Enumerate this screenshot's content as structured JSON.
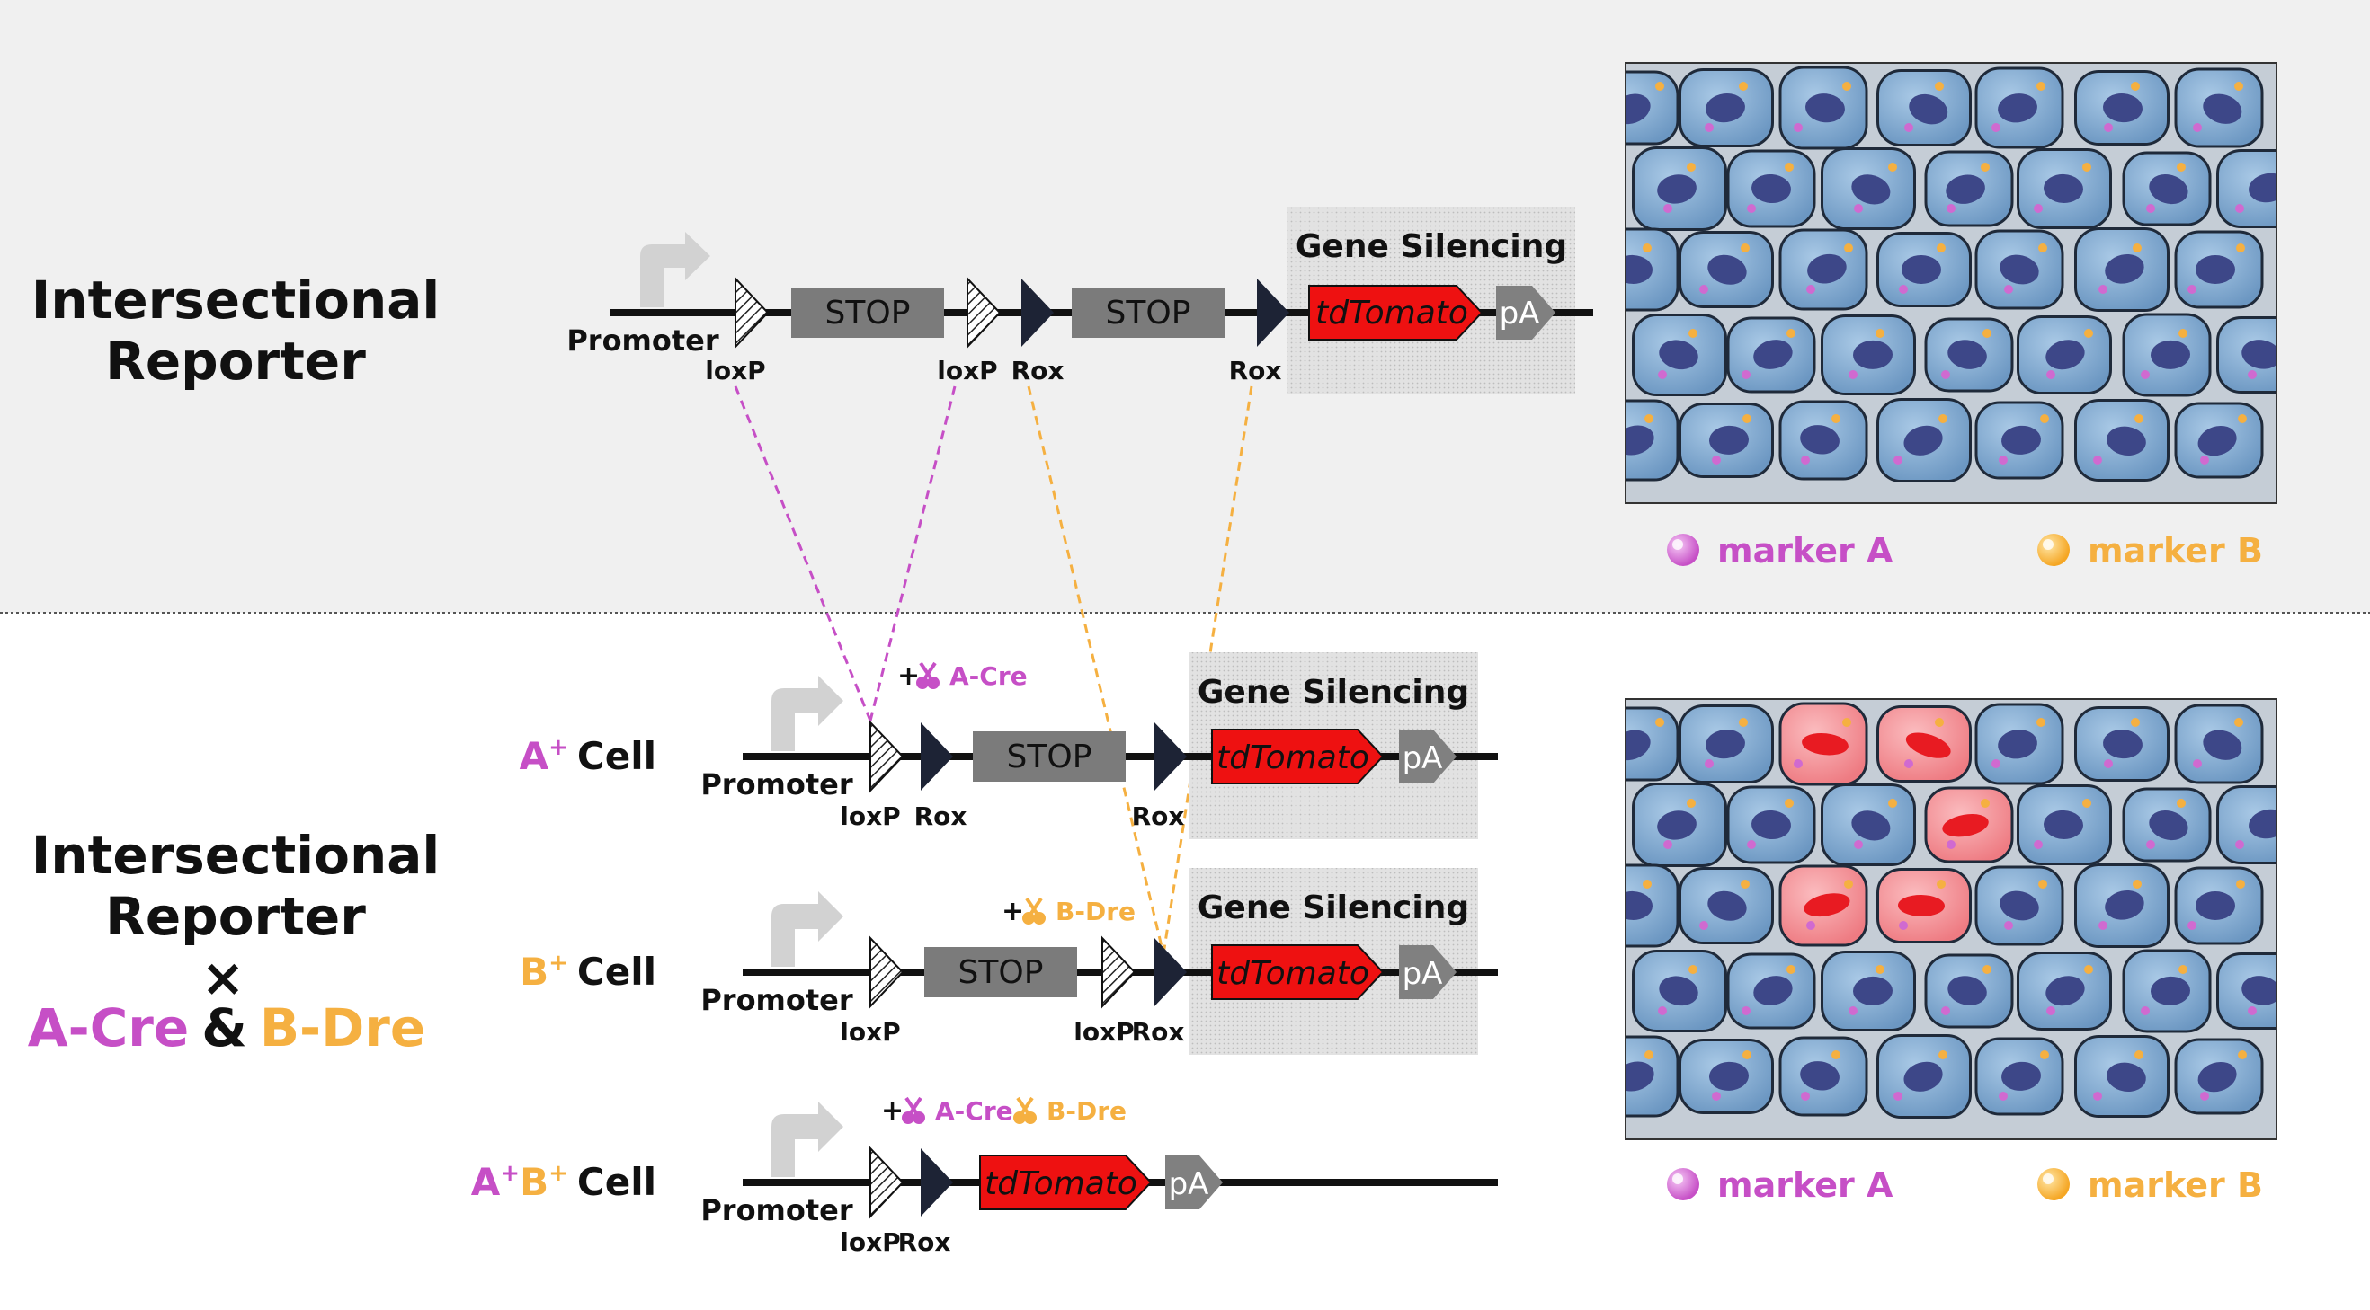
{
  "top_panel": {
    "title_line1": "Intersectional",
    "title_line2": "Reporter",
    "construct": {
      "promoter": "Promoter",
      "stop1": "STOP",
      "stop2": "STOP",
      "loxp1": "loxP",
      "loxp2": "loxP",
      "rox1": "Rox",
      "rox2": "Rox",
      "gene_silencing": "Gene Silencing",
      "reporter": "tdTomato",
      "pa": "pA"
    }
  },
  "bottom_panel": {
    "title_line1": "Intersectional",
    "title_line2": "Reporter",
    "times": "×",
    "cre": "A-Cre",
    "amp": "&",
    "dre": "B-Dre",
    "rows": [
      {
        "cell_prefix": "A",
        "cell_sup": "+",
        "cell_word": "Cell",
        "enzyme_plus": "+",
        "enzyme_label": "A-Cre",
        "promoter": "Promoter",
        "stop": "STOP",
        "loxp": "loxP",
        "rox1": "Rox",
        "rox2": "Rox",
        "gene_silencing": "Gene Silencing",
        "reporter": "tdTomato",
        "pa": "pA"
      },
      {
        "cell_prefix": "B",
        "cell_sup": "+",
        "cell_word": "Cell",
        "enzyme_plus": "+",
        "enzyme_label": "B-Dre",
        "promoter": "Promoter",
        "stop": "STOP",
        "loxp1": "loxP",
        "loxp2": "loxP",
        "rox": "Rox",
        "gene_silencing": "Gene Silencing",
        "reporter": "tdTomato",
        "pa": "pA"
      },
      {
        "cell_prefix_a": "A",
        "cell_sup_a": "+",
        "cell_prefix_b": "B",
        "cell_sup_b": "+",
        "cell_word": "Cell",
        "enzyme_plus": "+",
        "enzyme_label_a": "A-Cre",
        "enzyme_label_b": "B-Dre",
        "promoter": "Promoter",
        "loxp": "loxP",
        "rox": "Rox",
        "reporter": "tdTomato",
        "pa": "pA"
      }
    ]
  },
  "legend": {
    "marker_a": "marker A",
    "marker_b": "marker B"
  },
  "colors": {
    "cre": "#c64fc6",
    "dre": "#f5b041",
    "tomato": "#ee1111",
    "stop": "#7b7b7b",
    "pa": "#808080",
    "rox": "#1d2335",
    "cell_blue": "#7ea8cf",
    "cell_red": "#f3888e",
    "nucleus": "#3d4788"
  }
}
